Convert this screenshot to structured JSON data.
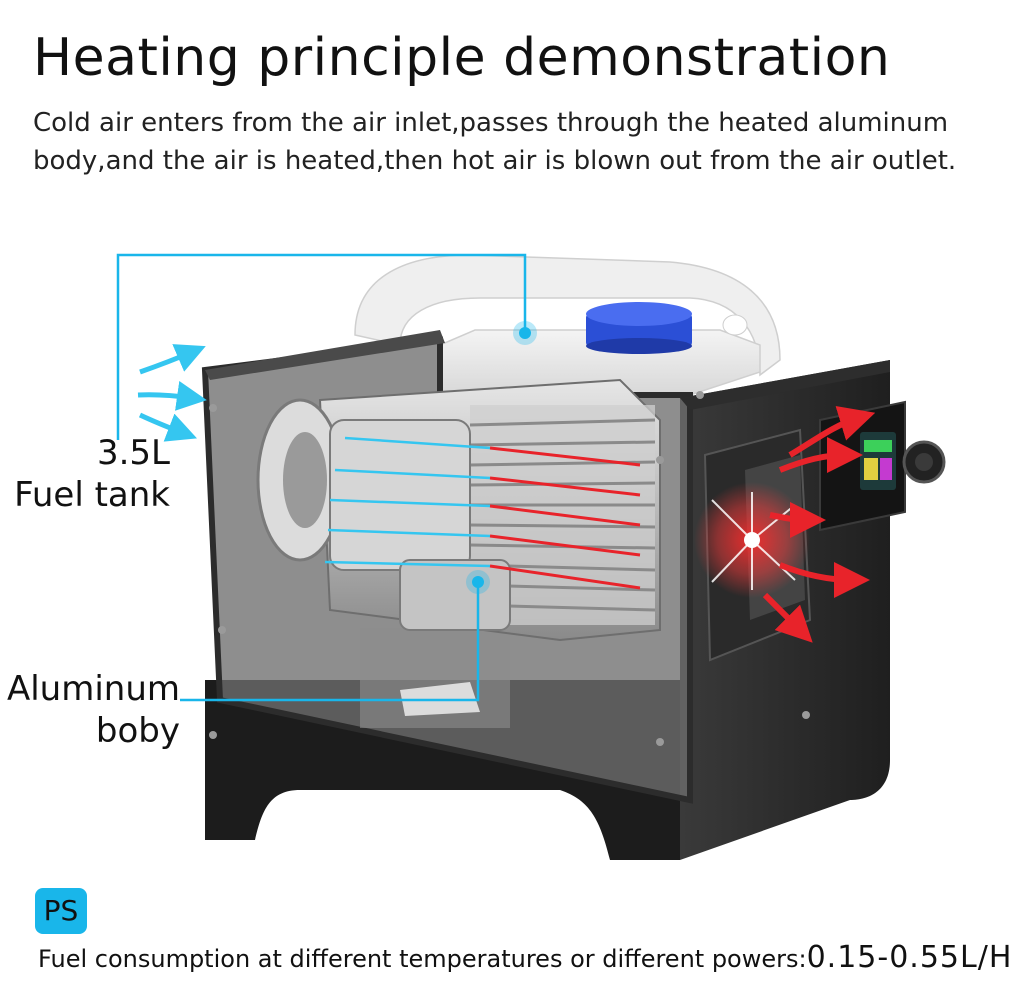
{
  "title": "Heating principle demonstration",
  "description": {
    "line1": "Cold air enters from the air inlet,passes through the heated aluminum",
    "line2": "body,and the air is heated,then hot air is blown out from the air outlet."
  },
  "labels": {
    "tank_capacity": "3.5L",
    "tank_name": "Fuel tank",
    "aluminum_line1": "Aluminum",
    "aluminum_line2": "boby"
  },
  "ps_badge": "PS",
  "footer": {
    "text": "Fuel consumption at different temperatures or different powers:",
    "value": "0.15-0.55L/H"
  },
  "colors": {
    "callout": "#19b6ea",
    "cold_air": "#35c6f0",
    "hot_air": "#e8232a",
    "cap": "#2b4fd6"
  },
  "icons": {
    "cold_air": "arrow-icon",
    "hot_air": "arrow-icon",
    "heater": "diesel-heater-illustration"
  }
}
